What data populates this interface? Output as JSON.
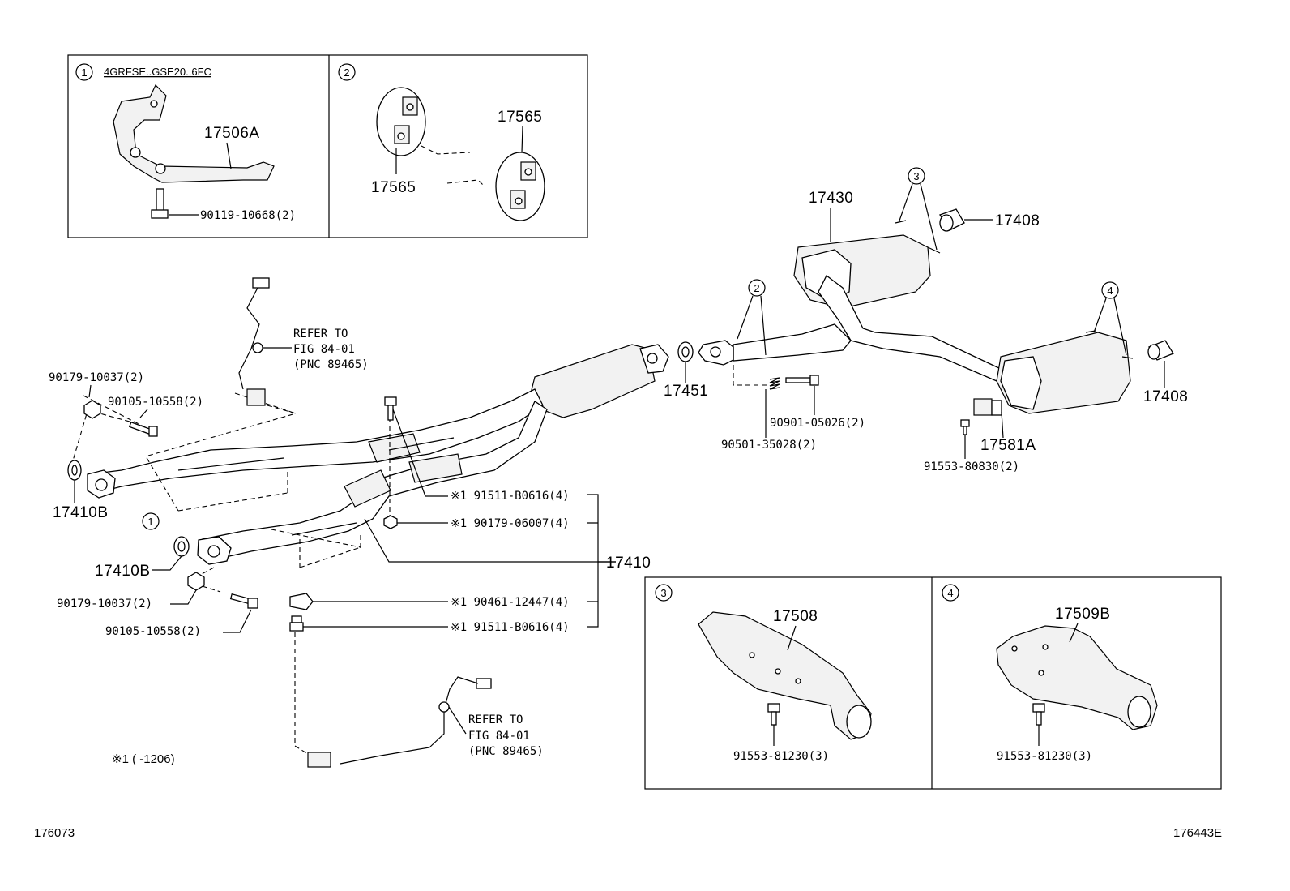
{
  "insets": {
    "inset1": {
      "num": "1",
      "title": "4GRFSE..GSE20..6FC",
      "part": "17506A",
      "bolt": "90119-10668(2)"
    },
    "inset2": {
      "num": "2",
      "part_a": "17565",
      "part_b": "17565"
    },
    "inset3": {
      "num": "3",
      "part": "17508",
      "bolt": "91553-81230(3)"
    },
    "inset4": {
      "num": "4",
      "part": "17509B",
      "bolt": "91553-81230(3)"
    }
  },
  "callouts": {
    "c3": "3",
    "c2": "2",
    "c4": "4",
    "c1": "1"
  },
  "labels": {
    "p17430": "17430",
    "p17408_top": "17408",
    "p17408_right": "17408",
    "p17451": "17451",
    "p90901": "90901-05026(2)",
    "p90501": "90501-35028(2)",
    "p17581A": "17581A",
    "p91553_808": "91553-80830(2)",
    "p90179_top": "90179-10037(2)",
    "p90105_top": "90105-10558(2)",
    "p17410B_top": "17410B",
    "p17410B_low": "17410B",
    "p90179_low": "90179-10037(2)",
    "p90105_low": "90105-10558(2)",
    "p17410": "17410",
    "s1": "※1 91511-B0616(4)",
    "s2": "※1 90179-06007(4)",
    "s3": "※1 90461-12447(4)",
    "s4": "※1 91511-B0616(4)"
  },
  "refer_top": {
    "l1": "REFER TO",
    "l2": "FIG 84-01",
    "l3": "(PNC 89465)"
  },
  "refer_bottom": {
    "l1": "REFER TO",
    "l2": "FIG 84-01",
    "l3": "(PNC 89465)"
  },
  "footnote": "※1 (      -1206)",
  "footer_left": "176073",
  "footer_right": "176443E"
}
